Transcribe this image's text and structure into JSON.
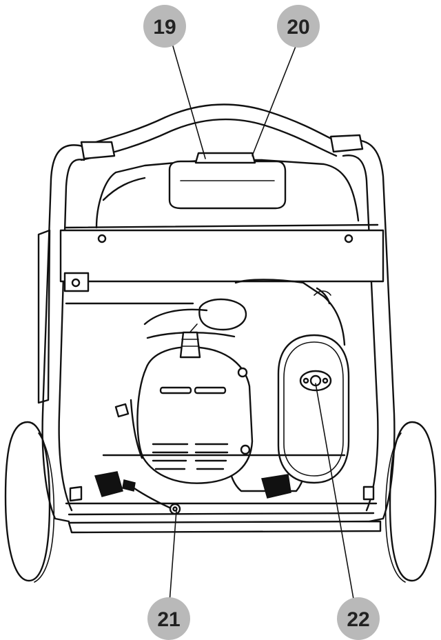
{
  "diagram": {
    "subject": "generator-rear-view",
    "callout_fill": "#b9b9b9",
    "callout_text_color": "#222222",
    "line_color": "#111111",
    "callouts": [
      {
        "id": "c19",
        "number": "19"
      },
      {
        "id": "c20",
        "number": "20"
      },
      {
        "id": "c21",
        "number": "21"
      },
      {
        "id": "c22",
        "number": "22"
      }
    ]
  }
}
